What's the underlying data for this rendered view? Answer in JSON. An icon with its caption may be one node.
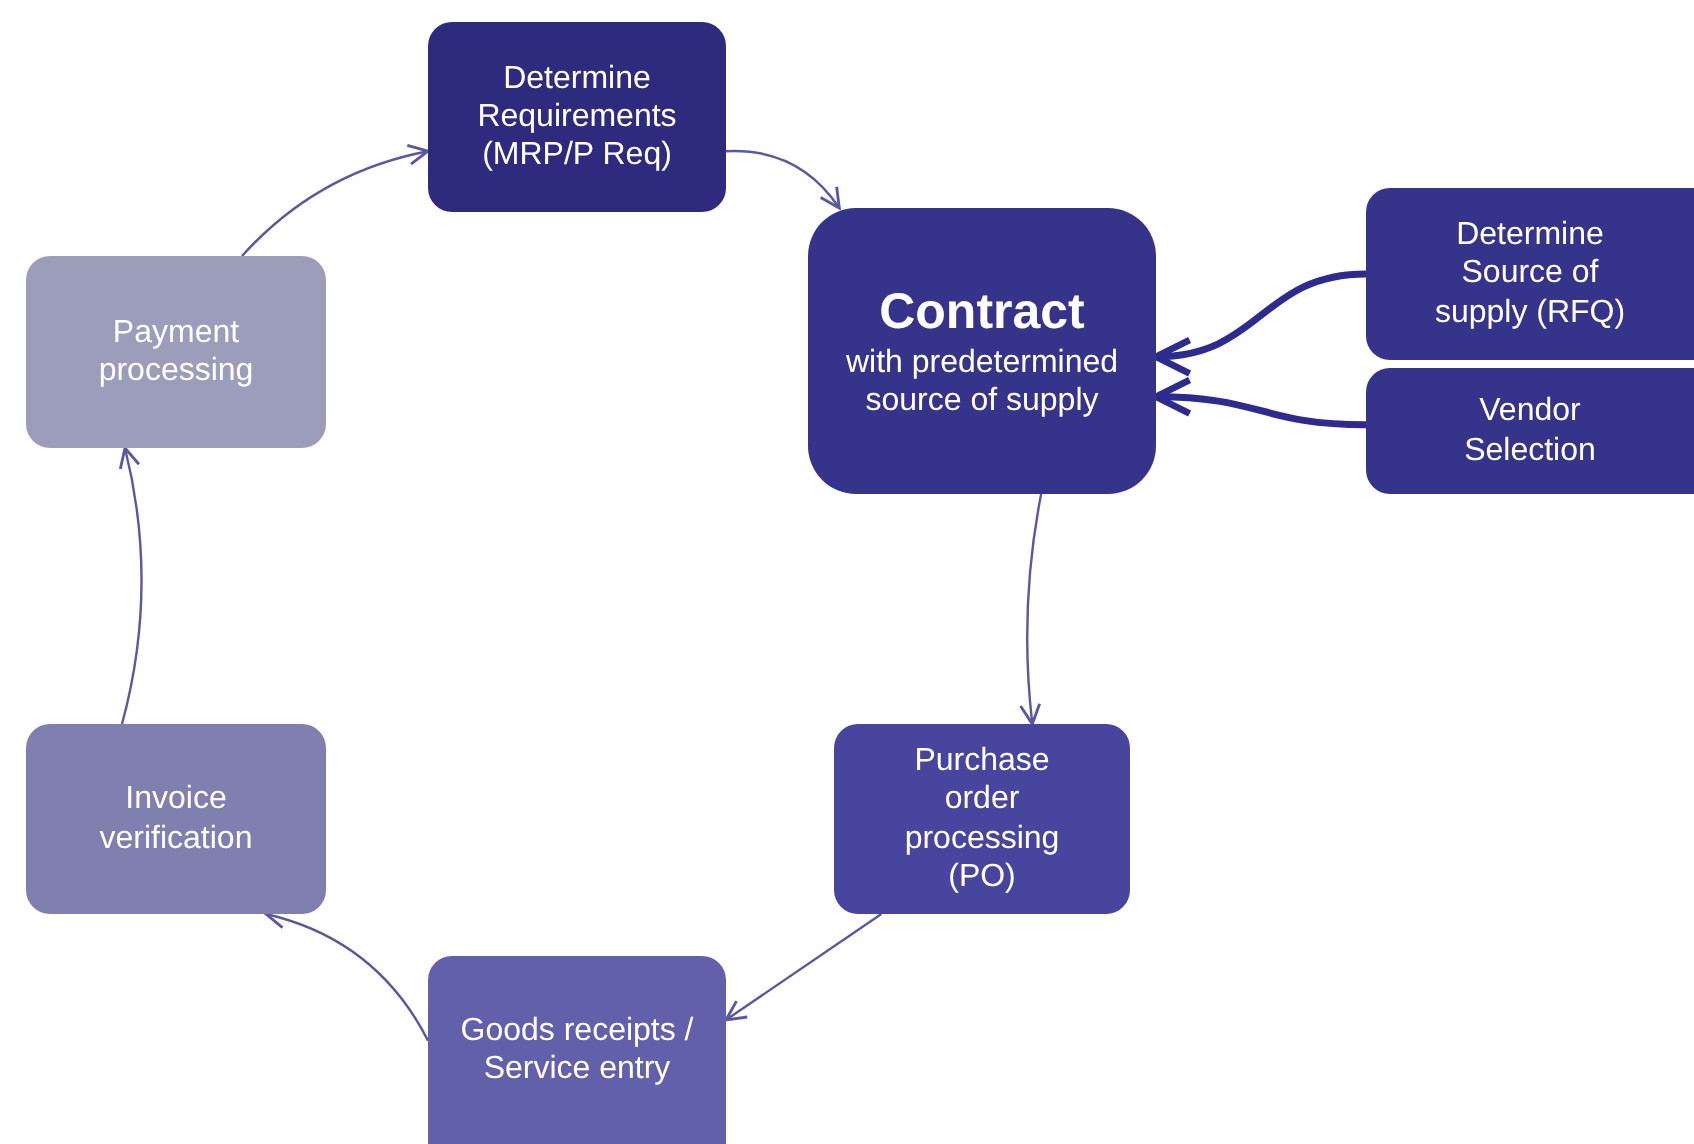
{
  "diagram": {
    "nodes": [
      {
        "text": [
          "Determine Requirements (MRP/P Req)"
        ]
      },
      {
        "text": [
          "Contract",
          "with predetermined source of supply"
        ]
      },
      {
        "text": [
          "Determine Source of supply (RFQ)"
        ]
      },
      {
        "text": [
          "Vendor Selection"
        ]
      },
      {
        "text": [
          "Purchase order processing (PO)"
        ]
      },
      {
        "text": [
          "Goods receipts / Service entry"
        ]
      },
      {
        "text": [
          "Invoice verification"
        ]
      },
      {
        "text": [
          "Payment processing"
        ]
      }
    ],
    "edges": [
      {
        "from": 0,
        "to": 1,
        "arrow": "to"
      },
      {
        "from": 1,
        "to": 4,
        "arrow": "to"
      },
      {
        "from": 4,
        "to": 5,
        "arrow": "to"
      },
      {
        "from": 5,
        "to": 6,
        "arrow": "to"
      },
      {
        "from": 6,
        "to": 7,
        "arrow": "to"
      },
      {
        "from": 7,
        "to": 0,
        "arrow": "to"
      },
      {
        "from": 2,
        "to": 1,
        "arrow": "to",
        "style": "thick",
        "color": "#2e2b8f"
      },
      {
        "from": 3,
        "to": 1,
        "arrow": "to",
        "style": "thick",
        "color": "#2e2b8f"
      }
    ]
  }
}
